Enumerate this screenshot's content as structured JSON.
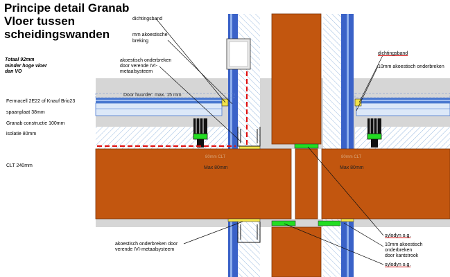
{
  "title": {
    "line1": "Principe detail Granab",
    "line2": "Vloer tussen",
    "line3": "scheidingswanden"
  },
  "build_up": {
    "total_line1": "Totaal 92mm",
    "total_line2": "minder hoge vloer",
    "total_line3": "dan VO",
    "layer1": "Fermacell 2E22 of Knauf Brio23",
    "layer2": "spaanplaat 38mm",
    "layer3": "Granab constructie 100mm",
    "layer4": "isolatie 80mm",
    "layer5": "CLT 240mm"
  },
  "labels": {
    "dichtingsband_left": "dichtingsband",
    "akoestische_left_1": "mm akoestische",
    "akoestische_left_2": "breking",
    "ivi_top_1": "akoestisch onderbreken",
    "ivi_top_2": "door verende IVI-",
    "ivi_top_3": "metaalsysteem",
    "dichtingsband_right": "dichtingsband",
    "akoestisch_right": "10mm akoestisch onderbreken",
    "sylodyn_1": "sylodyn o.g.",
    "kantstrook_1": "10mm akoestisch",
    "kantstrook_2": "onderbreken",
    "kantstrook_3": "door kantstrook",
    "sylodyn_2": "sylodyn o.g.",
    "ivi_bottom_1": "akoestisch onderbreken door",
    "ivi_bottom_2": "verende IVI-metaalsysteem"
  },
  "dimensions": {
    "door_huurder": "Door huurder: max. 15 mm",
    "max_left": "Max 80mm",
    "max_right": "Max 80mm",
    "faint_left": "80mm CLT",
    "faint_right": "80mm CLT"
  },
  "colors": {
    "clt": "#c2560f",
    "wall_blue": "#3a62c8",
    "floor_blue": "#4a78d0",
    "grey_band": "#d6d6d6",
    "green_strip": "#22dd22",
    "yellow_strip": "#f2e24a",
    "red_dash": "#e01010"
  }
}
